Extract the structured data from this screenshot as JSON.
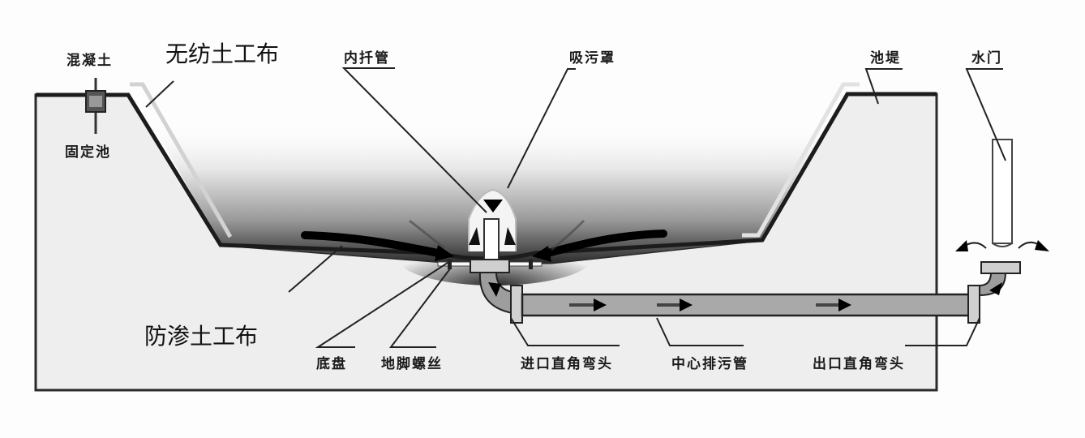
{
  "diagram": {
    "type": "cross-section",
    "subject": "pond bottom drain / central sewage discharge system",
    "colors": {
      "background": "#fdfdfd",
      "outline": "#1c1c1c",
      "ground_fill": "#eeeeee",
      "pipe_fill": "#a9a9a9",
      "water_dark": "#2a2a2a"
    }
  },
  "labels": {
    "concrete": "混凝土",
    "nonwoven_geotextile": "无纺土工布",
    "fixing_pool": "固定池",
    "inner_insert_pipe": "内扦管",
    "suction_hood": "吸污罩",
    "pond_dike": "池堤",
    "water_gate": "水门",
    "antiseepage_geotextile": "防渗土工布",
    "base_plate": "底盘",
    "anchor_screw": "地脚螺丝",
    "inlet_right_angle_elbow": "进口直角弯头",
    "central_drain_pipe": "中心排污管",
    "outlet_right_angle_elbow": "出口直角弯头"
  },
  "icons": {
    "flow_arrow": "arrow-right",
    "suction_arrow": "arrow-up",
    "overflow_arrow": "curved-arrow"
  }
}
